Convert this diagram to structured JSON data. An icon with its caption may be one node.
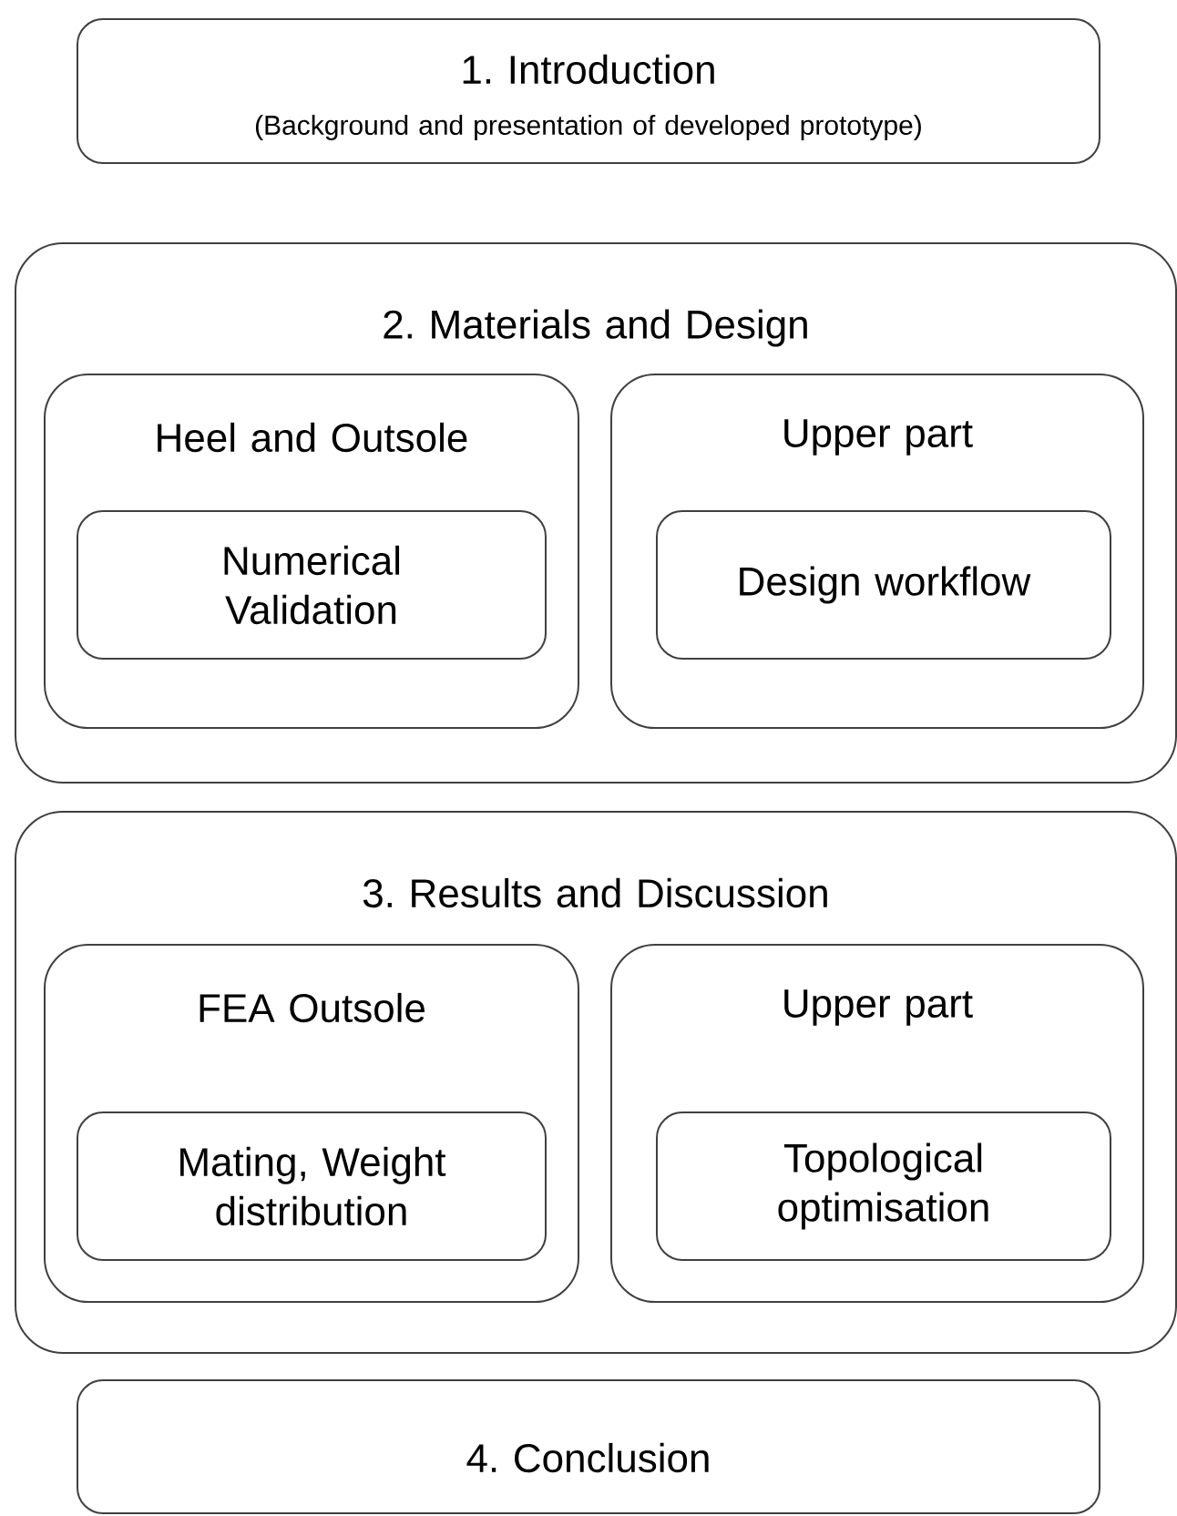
{
  "diagram": {
    "nodes": [
      {
        "text": [
          "1. Introduction",
          "(Background and presentation of developed prototype)"
        ]
      },
      {
        "text": [
          "2. Materials and Design"
        ]
      },
      {
        "text": [
          "Heel and Outsole"
        ],
        "in": 1
      },
      {
        "text": [
          "Numerical Validation"
        ],
        "in": 2
      },
      {
        "text": [
          "Upper part"
        ],
        "in": 1
      },
      {
        "text": [
          "Design workflow"
        ],
        "in": 4
      },
      {
        "text": [
          "3. Results and Discussion"
        ]
      },
      {
        "text": [
          "FEA Outsole"
        ],
        "in": 6
      },
      {
        "text": [
          "Mating, Weight distribution"
        ],
        "in": 7
      },
      {
        "text": [
          "Upper part"
        ],
        "in": 6
      },
      {
        "text": [
          "Topological optimisation"
        ],
        "in": 9
      },
      {
        "text": [
          "4. Conclusion"
        ]
      }
    ]
  }
}
